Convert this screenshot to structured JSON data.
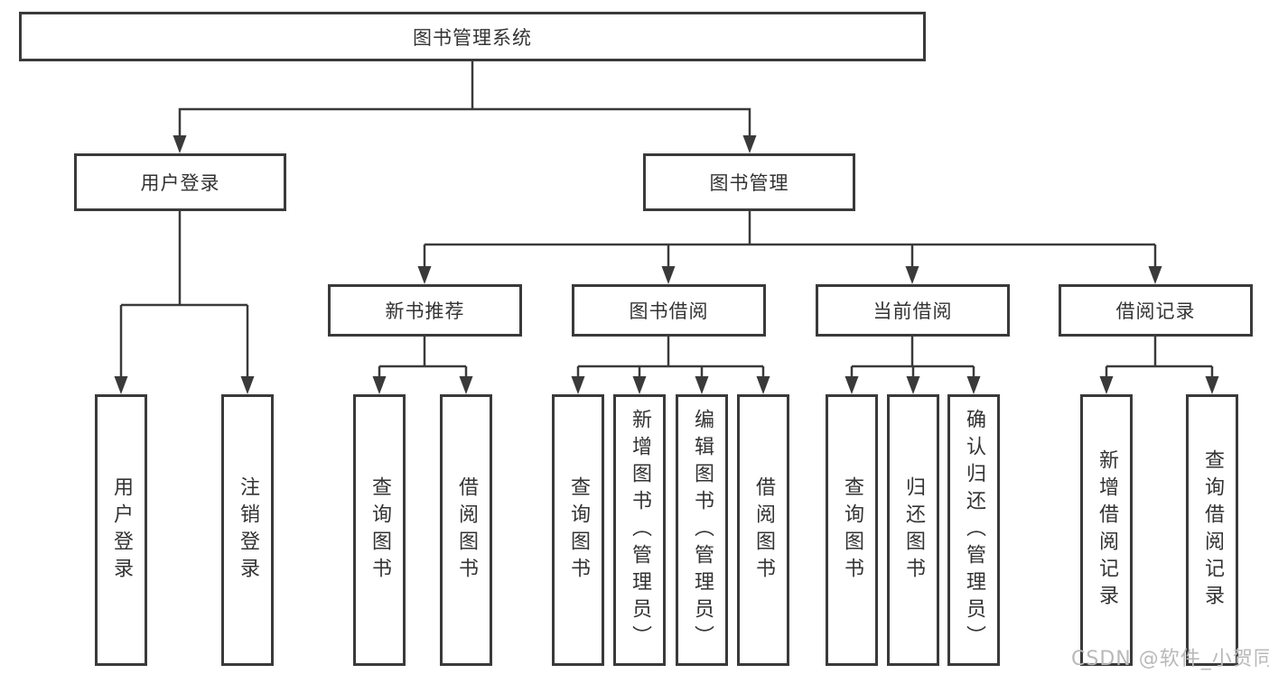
{
  "diagram": {
    "title": "图书管理系统",
    "nodes": {
      "root": "图书管理系统",
      "user_login": "用户登录",
      "book_mgmt": "图书管理",
      "new_books": "新书推荐",
      "book_borrow": "图书借阅",
      "current_borrow": "当前借阅",
      "borrow_records": "借阅记录",
      "leaves_user": [
        "用户登录",
        "注销登录"
      ],
      "leaves_new": [
        "查询图书",
        "借阅图书"
      ],
      "leaves_borrow": [
        "查询图书",
        "新增图书（管理员）",
        "编辑图书（管理员）",
        "借阅图书"
      ],
      "leaves_current": [
        "查询图书",
        "归还图书",
        "确认归还（管理员）"
      ],
      "leaves_records": [
        "新增借阅记录",
        "查询借阅记录"
      ]
    },
    "colors": {
      "line": "#3a3a3a",
      "text": "#333333",
      "background": "#ffffff",
      "watermark": "#b9b9b9"
    }
  },
  "watermark": "CSDN @软件_小贺同学"
}
